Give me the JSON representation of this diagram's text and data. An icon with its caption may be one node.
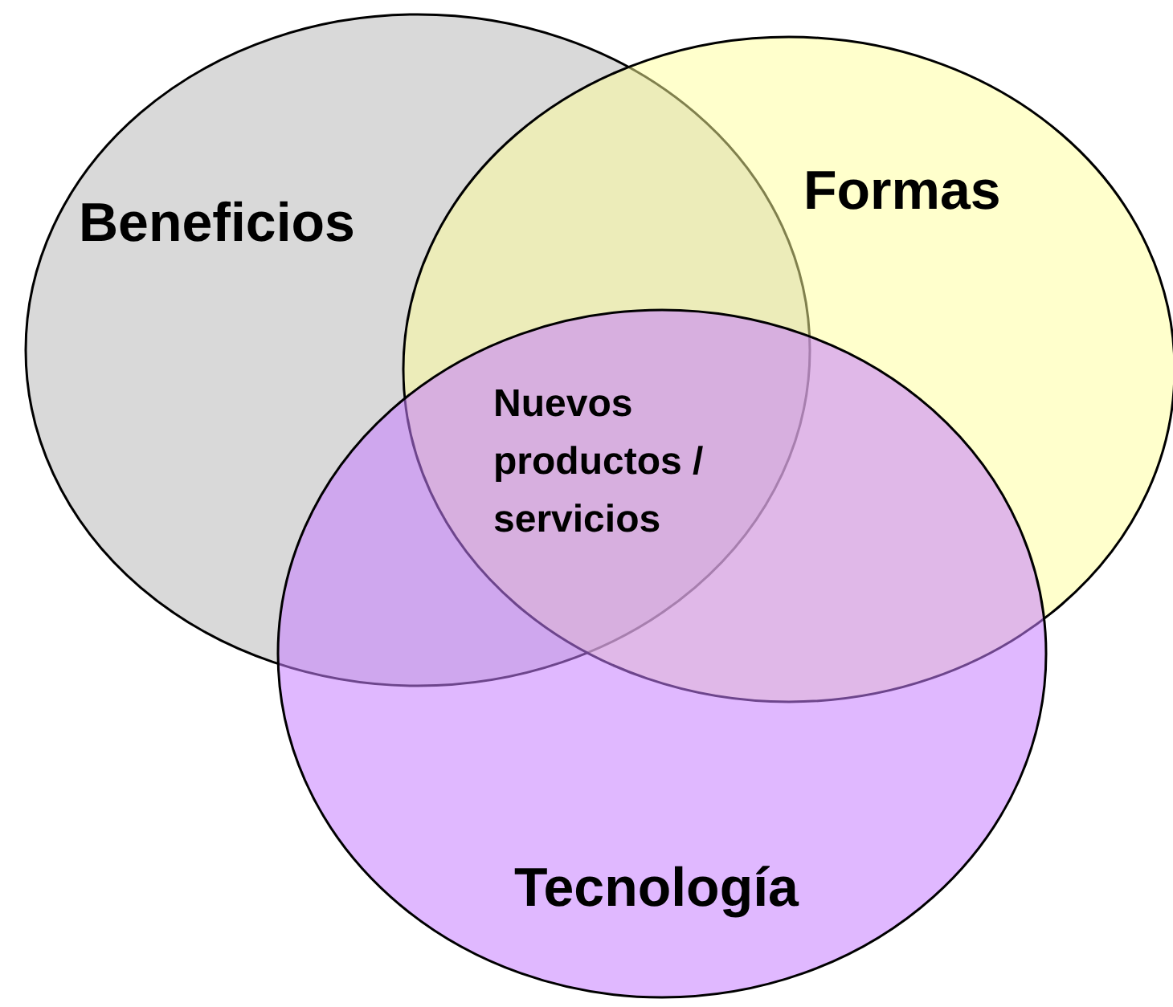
{
  "diagram": {
    "nodes": [
      {
        "text": [
          "Beneficios"
        ]
      },
      {
        "text": [
          "Formas"
        ]
      },
      {
        "text": [
          "Tecnología"
        ]
      }
    ],
    "labels": [
      "Nuevos productos / servicios"
    ]
  }
}
